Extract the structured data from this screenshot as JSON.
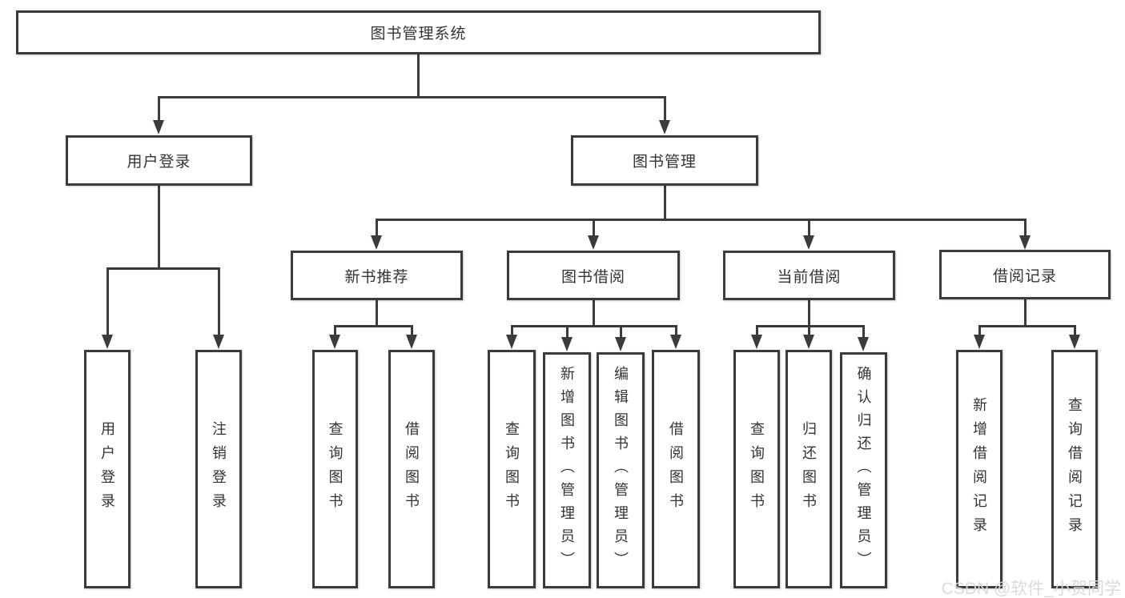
{
  "diagram": {
    "root": {
      "label": "图书管理系统"
    },
    "children": [
      {
        "label": "用户登录",
        "children": [
          {
            "label": "用户登录"
          },
          {
            "label": "注销登录"
          }
        ]
      },
      {
        "label": "图书管理",
        "children": [
          {
            "label": "新书推荐",
            "children": [
              {
                "label": "查询图书"
              },
              {
                "label": "借阅图书"
              }
            ]
          },
          {
            "label": "图书借阅",
            "children": [
              {
                "label": "查询图书"
              },
              {
                "label": "新增图书（管理员）"
              },
              {
                "label": "编辑图书（管理员）"
              },
              {
                "label": "借阅图书"
              }
            ]
          },
          {
            "label": "当前借阅",
            "children": [
              {
                "label": "查询图书"
              },
              {
                "label": "归还图书"
              },
              {
                "label": "确认归还（管理员）"
              }
            ]
          },
          {
            "label": "借阅记录",
            "children": [
              {
                "label": "新增借阅记录"
              },
              {
                "label": "查询借阅记录"
              }
            ]
          }
        ]
      }
    ]
  },
  "watermark": {
    "text": "CSDN @软件_小贺同学"
  },
  "colors": {
    "line": "#3b3b3b",
    "text": "#333333",
    "background": "#ffffff",
    "watermark": "#d9d9d9"
  }
}
